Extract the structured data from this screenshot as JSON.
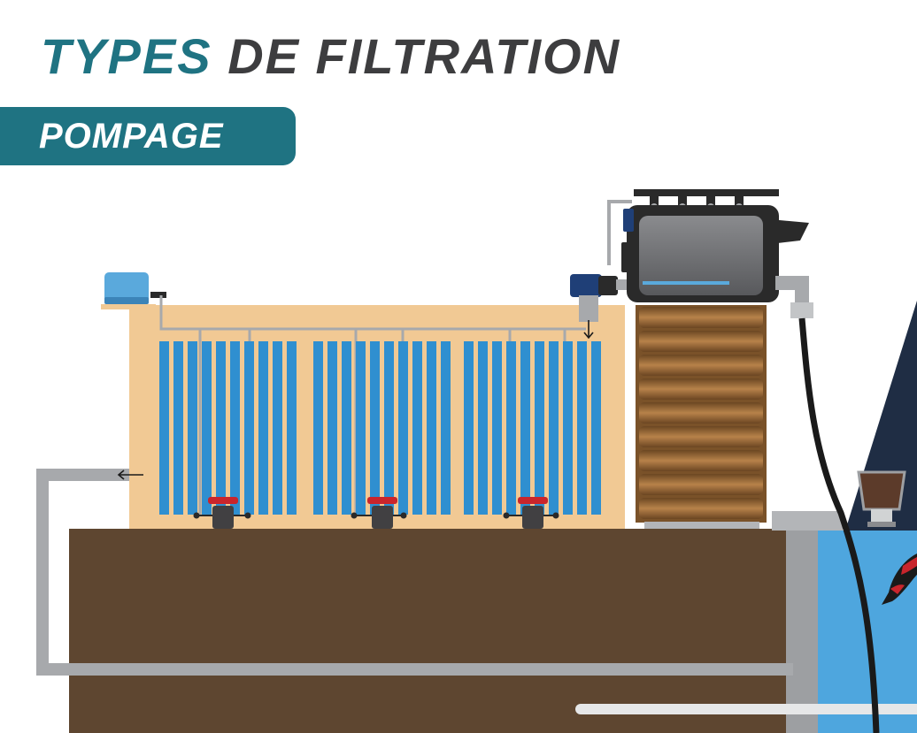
{
  "title": {
    "part1": "TYPES",
    "part2": "DE FILTRATION"
  },
  "badge": {
    "label": "POMPAGE"
  },
  "colors": {
    "accent": "#1f7382",
    "title_dark": "#3d3d3f",
    "tank": "#f1c994",
    "brush": "#2f8fd0",
    "ground": "#5e4630",
    "pipe": "#a7a9ac",
    "pond_water": "#4ea6de",
    "drum_filter": "#6d6e71",
    "valve_red": "#c9252c",
    "support_wood": "#9a6b35"
  },
  "icons": [
    "air-pump-icon",
    "water-pump-icon",
    "valve-icon",
    "flow-arrow-icon",
    "koi-fish-icon",
    "skimmer-icon"
  ]
}
